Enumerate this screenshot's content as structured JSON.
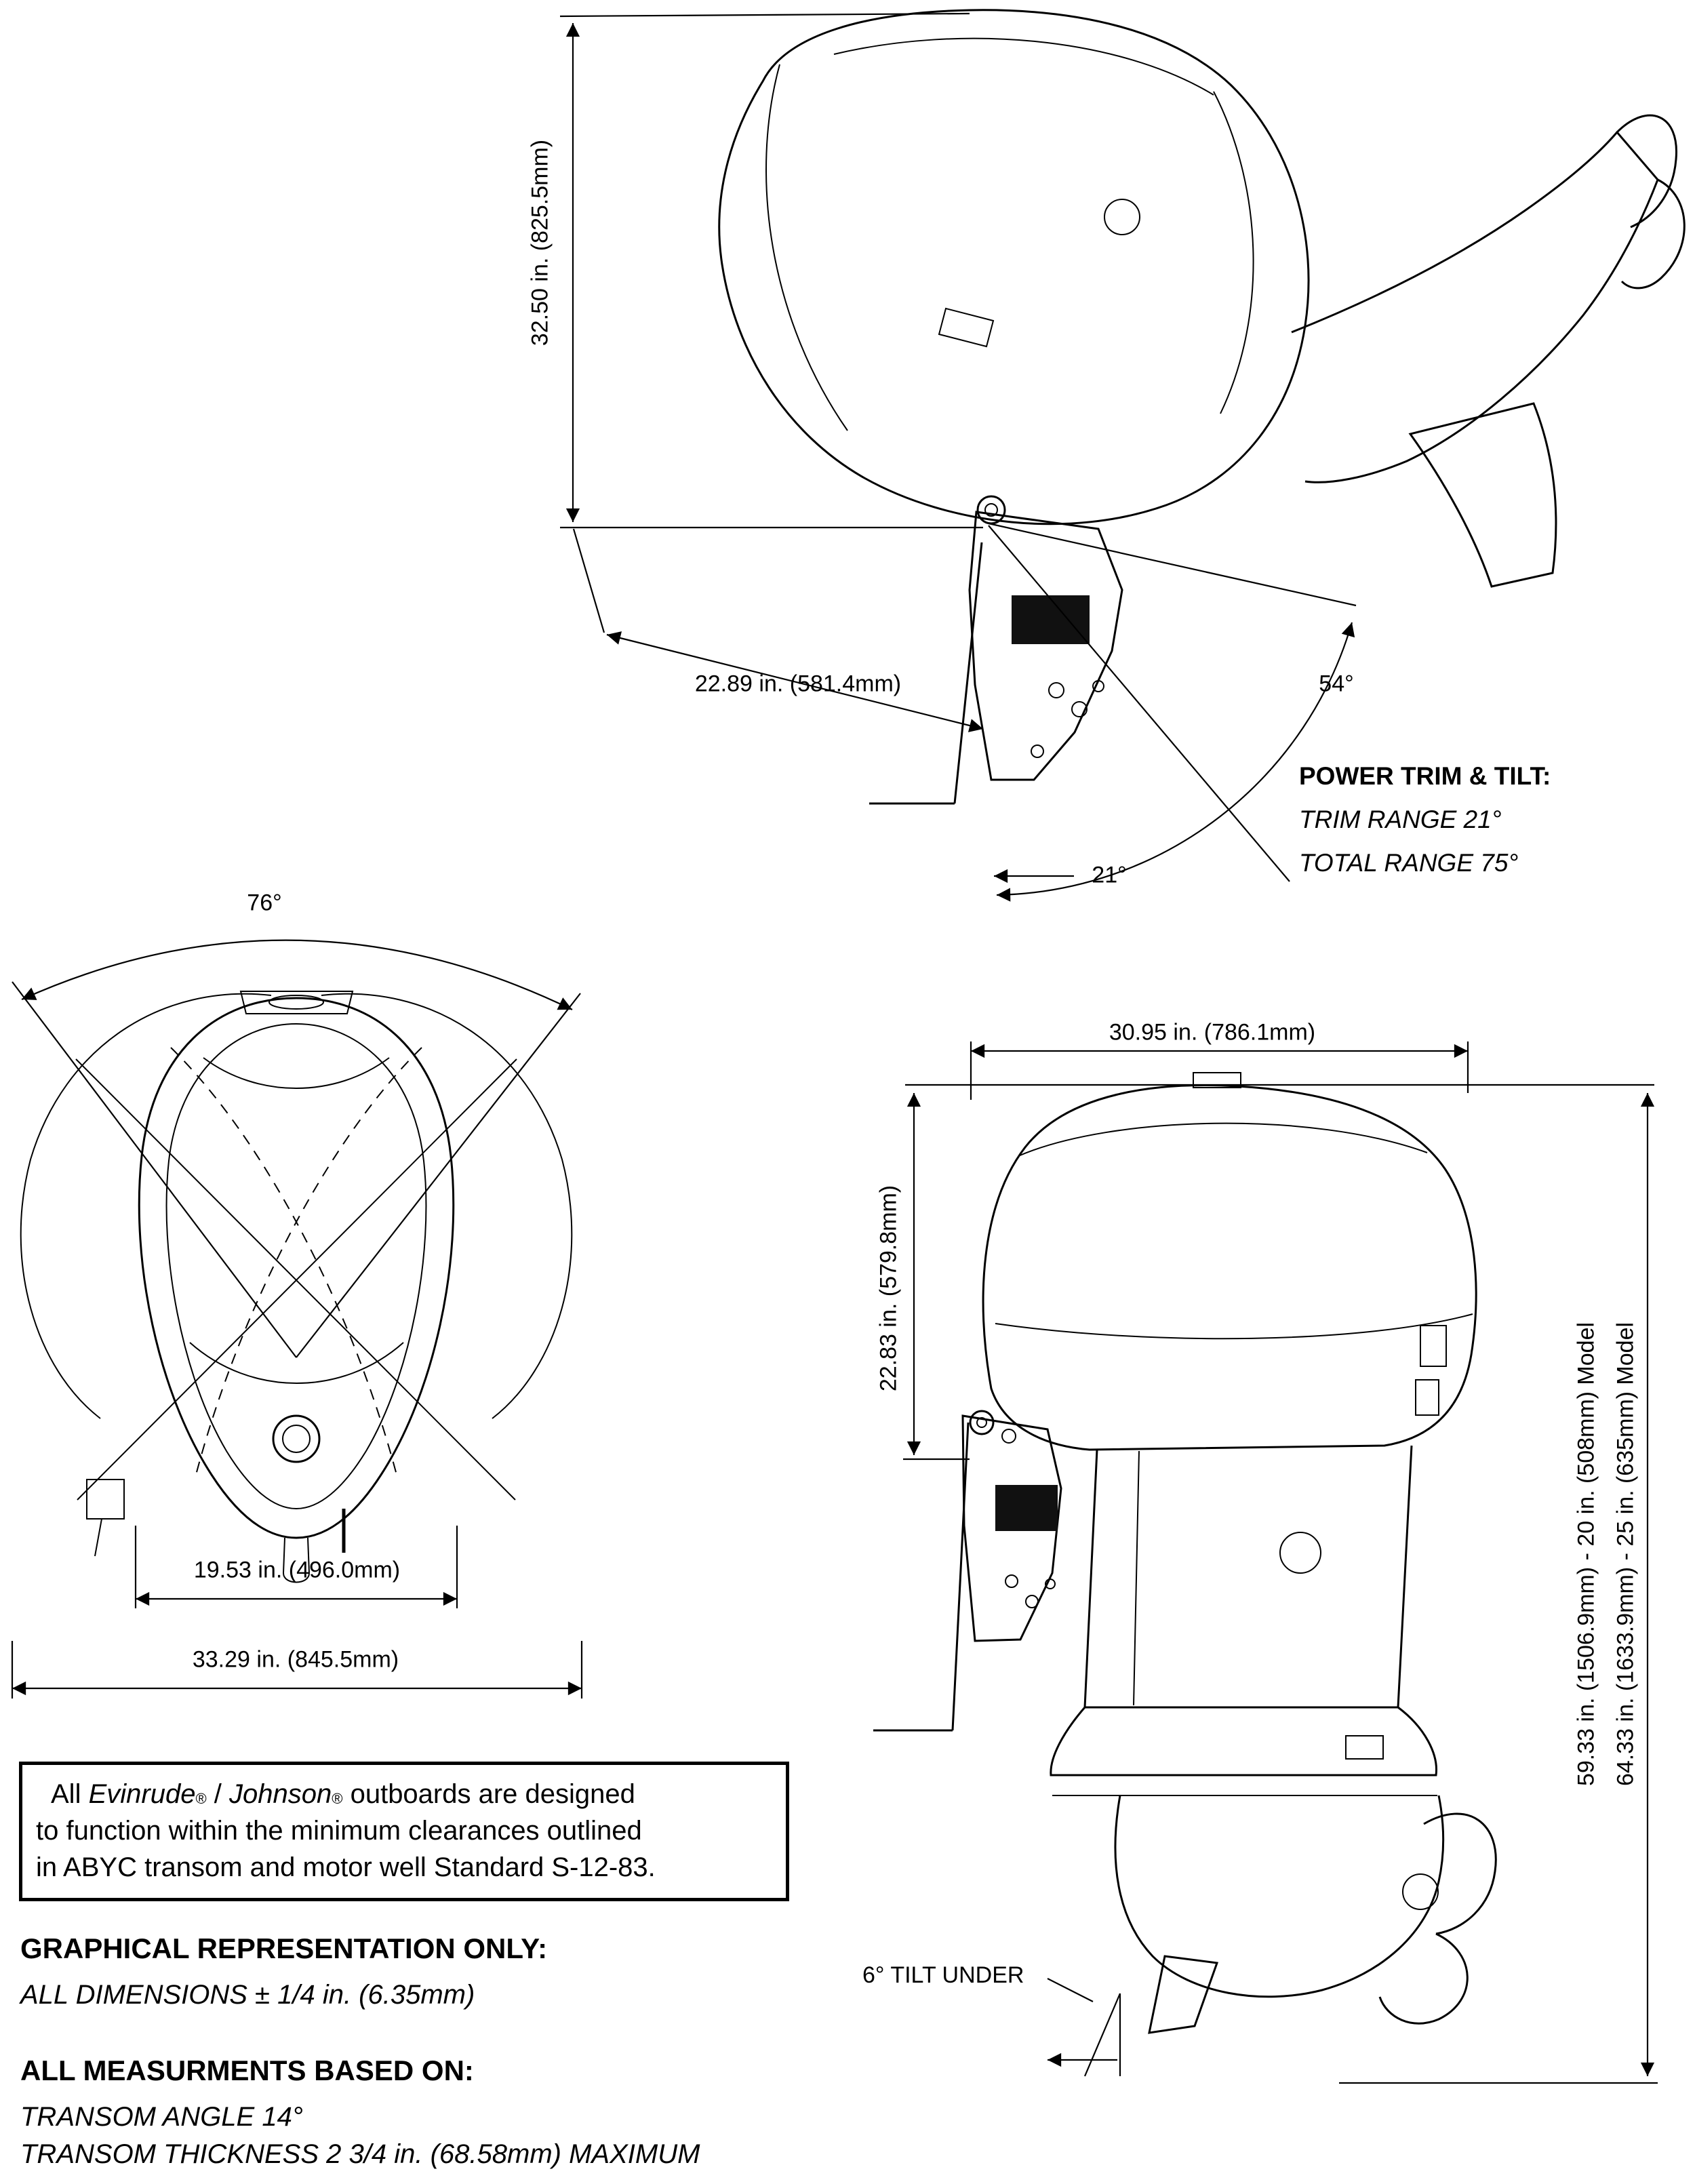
{
  "tilt_view": {
    "height_dim": "32.50 in. (825.5mm)",
    "reach_dim": "22.89 in. (581.4mm)",
    "tilt_angle": "54°",
    "trim_angle": "21°",
    "callout": {
      "title": "POWER TRIM & TILT:",
      "line1": "TRIM RANGE 21°",
      "line2": "TOTAL RANGE 75°"
    }
  },
  "top_view": {
    "steering_angle": "76°",
    "inner_width_dim": "19.53 in. (496.0mm)",
    "outer_width_dim": "33.29 in. (845.5mm)"
  },
  "side_view": {
    "depth_dim": "30.95 in. (786.1mm)",
    "cowl_height_dim": "22.83 in. (579.8mm)",
    "overall_height_20_model": "59.33 in. (1506.9mm) - 20 in. (508mm) Model",
    "overall_height_25_model": "64.33 in. (1633.9mm) - 25 in. (635mm) Model",
    "tilt_under_label": "6° TILT UNDER"
  },
  "notes": {
    "clearance": {
      "line1_pre": "All ",
      "brand1": "Evinrude",
      "reg": "®",
      "separator": " / ",
      "brand2": "Johnson",
      "line1_post": " outboards are designed",
      "line2": "to function within the minimum clearances outlined",
      "line3": "in ABYC transom and motor well Standard S-12-83."
    },
    "graphical_title": "GRAPHICAL REPRESENTATION ONLY:",
    "graphical_note": "ALL DIMENSIONS ± 1/4 in. (6.35mm)",
    "measurements_title": "ALL MEASURMENTS BASED ON:",
    "measurement_angle": "TRANSOM ANGLE 14°",
    "measurement_thickness": "TRANSOM THICKNESS 2 3/4 in. (68.58mm) MAXIMUM"
  }
}
